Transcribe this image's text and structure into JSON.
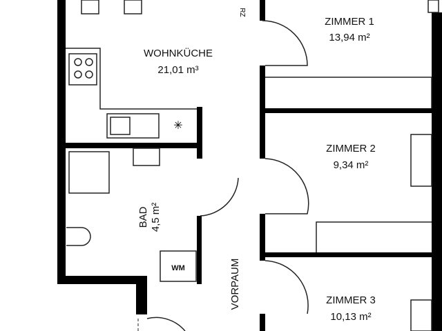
{
  "rooms": {
    "kitchen": {
      "name": "WOHNKÜCHE",
      "area": "21,01 m³"
    },
    "room1": {
      "name": "ZIMMER 1",
      "area": "13,94 m²"
    },
    "room2": {
      "name": "ZIMMER 2",
      "area": "9,34 m²"
    },
    "room3": {
      "name": "ZIMMER 3",
      "area": "10,13 m²"
    },
    "bath": {
      "name": "BAD",
      "area": "4,5 m²"
    },
    "hall": {
      "name": "VORPAUM"
    }
  },
  "fixtures": {
    "washing_machine": "WM"
  },
  "colors": {
    "wall": "#000000",
    "background": "#ffffff"
  }
}
